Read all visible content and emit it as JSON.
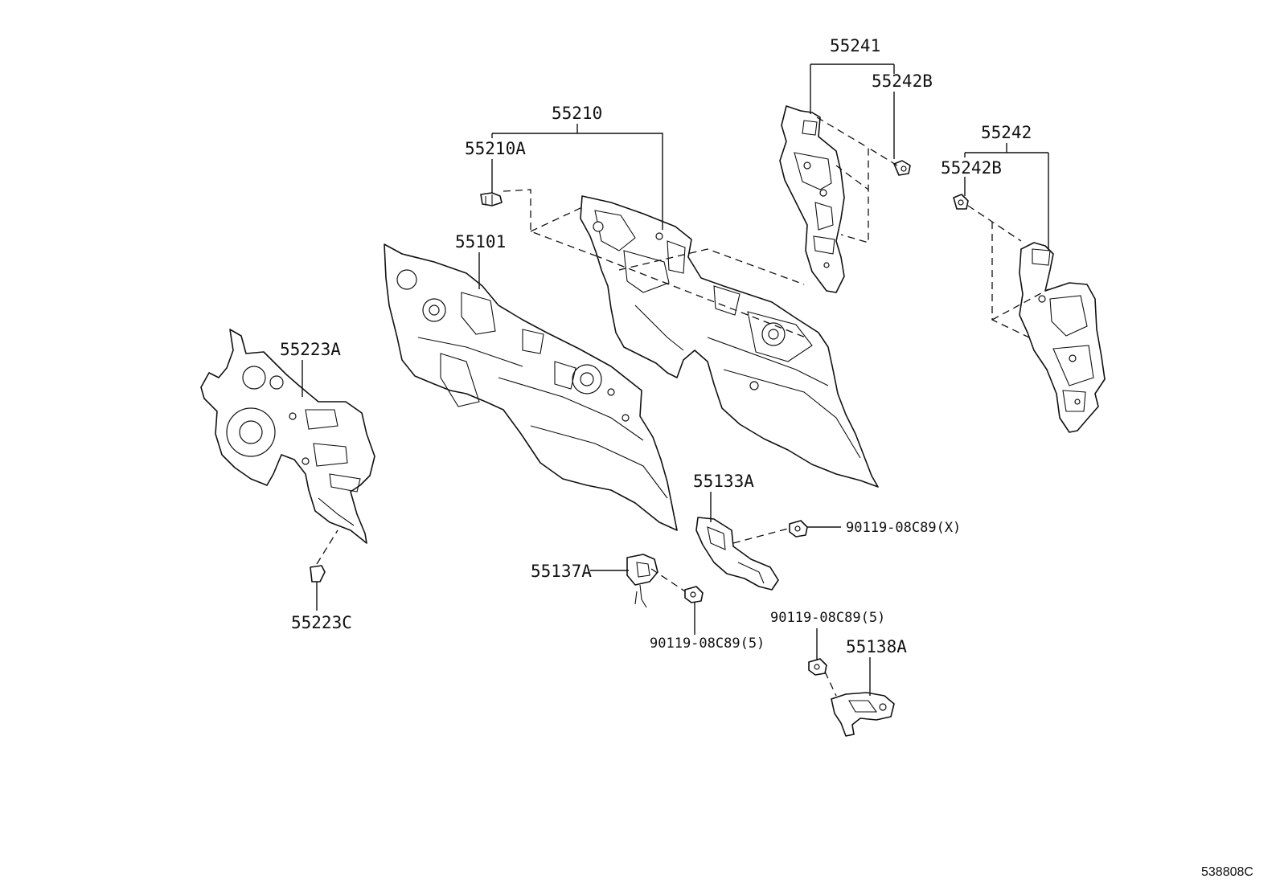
{
  "labels": {
    "p55241": "55241",
    "p55242B_top": "55242B",
    "p55242": "55242",
    "p55242B_right": "55242B",
    "p55210": "55210",
    "p55210A": "55210A",
    "p55101": "55101",
    "p55223A": "55223A",
    "p55223C": "55223C",
    "p55133A": "55133A",
    "p90119_X": "90119-08C89(X)",
    "p55137A": "55137A",
    "p90119_5_left": "90119-08C89(5)",
    "p90119_5_right": "90119-08C89(5)",
    "p55138A": "55138A"
  },
  "reference_code": "538808C"
}
